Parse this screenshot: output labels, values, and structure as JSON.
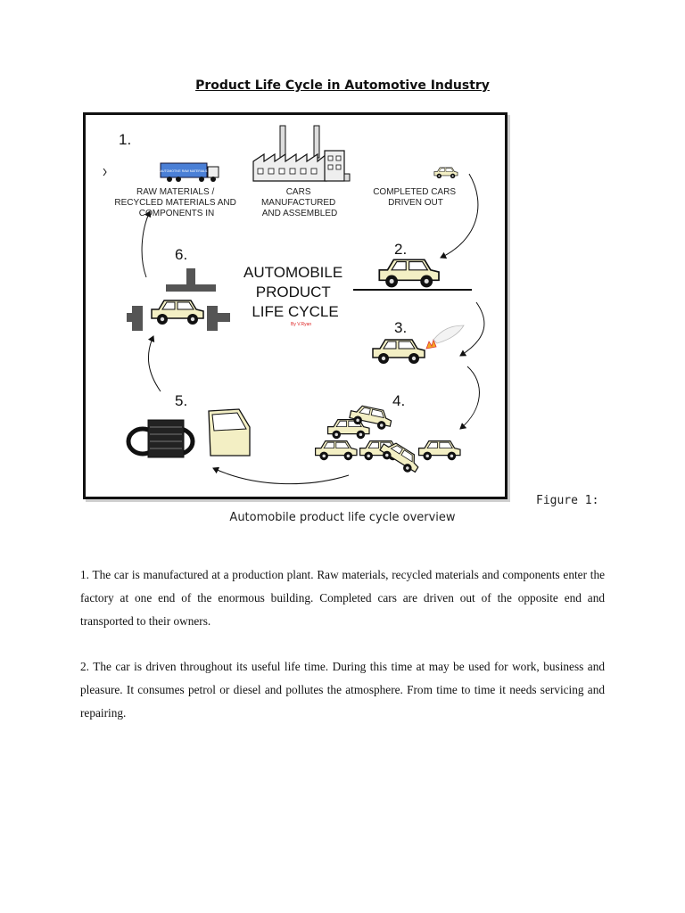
{
  "document": {
    "title": "Product Life Cycle in Automotive Industry",
    "figure": {
      "number_label": "Figure 1:",
      "caption": "Automobile product life cycle overview",
      "diagram": {
        "title_lines": [
          "AUTOMOBILE",
          "PRODUCT",
          "LIFE CYCLE"
        ],
        "byline": "By V.Ryan",
        "truck_sign": "AUTOMOTIVE RAW MATERIALS",
        "steps": {
          "s1": "1.",
          "s2": "2.",
          "s3": "3.",
          "s4": "4.",
          "s5": "5.",
          "s6": "6."
        },
        "labels": {
          "raw": [
            "RAW MATERIALS /",
            "RECYCLED MATERIALS AND",
            "COMPONENTS IN"
          ],
          "factory": [
            "CARS",
            "MANUFACTURED",
            "AND ASSEMBLED"
          ],
          "completed": [
            "COMPLETED CARS",
            "DRIVEN OUT"
          ]
        },
        "colors": {
          "car_body": "#f3efc4",
          "truck": "#4a7fd6",
          "outline": "#111111"
        }
      }
    },
    "paragraphs": [
      "1. The car is manufactured at a production plant. Raw materials, recycled materials and components enter the factory at one end of the enormous building. Completed cars are driven out of the opposite end and transported to their owners.",
      "2. The car is driven throughout its useful life time. During this time at may be used for work, business and pleasure. It consumes petrol or diesel and pollutes the atmosphere. From time to time it needs servicing and repairing."
    ]
  }
}
